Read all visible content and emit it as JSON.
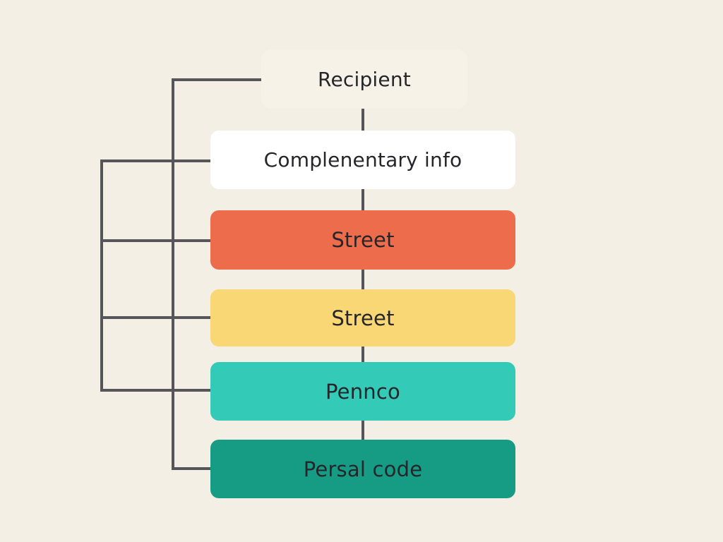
{
  "diagram": {
    "nodes": [
      {
        "id": "recipient",
        "label": "Recipient",
        "color": "#f7f2e8"
      },
      {
        "id": "complementary",
        "label": "Complenentary info",
        "color": "#ffffff"
      },
      {
        "id": "street-1",
        "label": "Street",
        "color": "#ec6c4b"
      },
      {
        "id": "street-2",
        "label": "Street",
        "color": "#f8d774"
      },
      {
        "id": "pennco",
        "label": "Pennco",
        "color": "#33cab8"
      },
      {
        "id": "postal",
        "label": "Persal code",
        "color": "#169b85"
      }
    ],
    "line_color": "#55555a"
  }
}
